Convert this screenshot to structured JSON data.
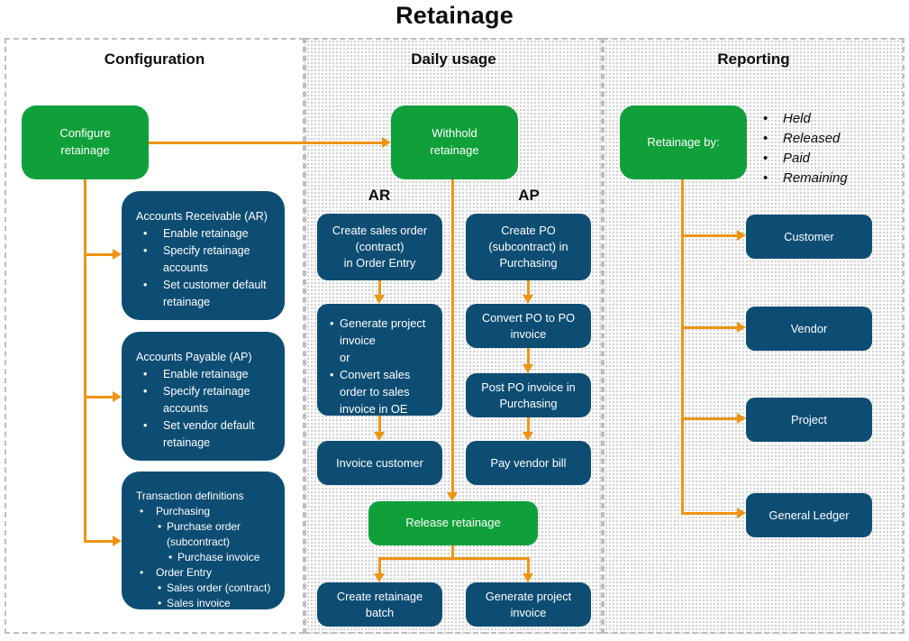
{
  "title": "Retainage",
  "palette": {
    "green": "#10A03A",
    "blue": "#0D4D73",
    "orange": "#EE9414"
  },
  "configuration": {
    "header": "Configuration",
    "start": "Configure\nretainage",
    "ar_box": {
      "title": "Accounts Receivable (AR)",
      "items": [
        "Enable retainage",
        "Specify retainage accounts",
        "Set customer default retainage"
      ]
    },
    "ap_box": {
      "title": "Accounts Payable (AP)",
      "items": [
        "Enable retainage",
        "Specify retainage accounts",
        "Set vendor default retainage"
      ]
    },
    "tx_box": {
      "title": "Transaction definitions",
      "items": [
        "Purchasing",
        "Purchase order (subcontract)",
        "Purchase invoice",
        "Order Entry",
        "Sales order (contract)",
        "Sales invoice (contract)"
      ]
    }
  },
  "daily_usage": {
    "header": "Daily usage",
    "start": "Withhold\nretainage",
    "ar_label": "AR",
    "ap_label": "AP",
    "ar_step1": "Create sales order\n(contract)\nin Order Entry",
    "ar_step2a": "Generate project invoice",
    "ar_step2b": "or",
    "ar_step2c": "Convert sales order to sales invoice in OE",
    "ar_step3": "Invoice customer",
    "ap_step1": "Create PO\n(subcontract) in\nPurchasing",
    "ap_step2": "Convert PO to PO\ninvoice",
    "ap_step3": "Post PO invoice in\nPurchasing",
    "ap_step4": "Pay vendor bill",
    "release": "Release retainage",
    "bottom_left": "Create retainage\nbatch",
    "bottom_right": "Generate project\ninvoice"
  },
  "reporting": {
    "header": "Reporting",
    "start": "Retainage by:",
    "bullets": [
      "Held",
      "Released",
      "Paid",
      "Remaining"
    ],
    "boxes": [
      "Customer",
      "Vendor",
      "Project",
      "General Ledger"
    ]
  }
}
